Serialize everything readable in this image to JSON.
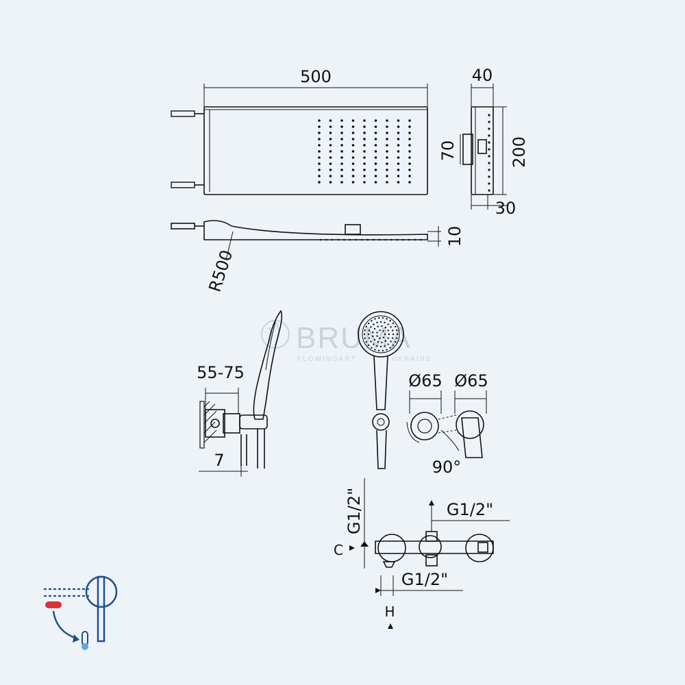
{
  "watermark": {
    "brand": "BRUMA",
    "tagline": "FLOWINGART",
    "tagline_suffix": "UKRAINE"
  },
  "dimensions": {
    "width_500": "500",
    "depth_40": "40",
    "height_200": "200",
    "height_70": "70",
    "depth_30": "30",
    "thickness_10": "10",
    "radius_r500": "R500",
    "wall_55_75": "55-75",
    "offset_7": "7",
    "dia_left": "Ø65",
    "dia_right": "Ø65",
    "angle_90": "90°",
    "thread_vertical": "G1/2\"",
    "thread_top": "G1/2\"",
    "thread_bottom": "G1/2\"",
    "label_c": "C",
    "label_h": "H"
  },
  "colors": {
    "line": "#111111",
    "watermark": "#c9d3dc",
    "icon_blue": "#1f4f8f",
    "icon_red": "#d9323a"
  },
  "icons": {
    "mixer": "single-lever-mixer-icon",
    "temperature": "thermometer-icon"
  }
}
